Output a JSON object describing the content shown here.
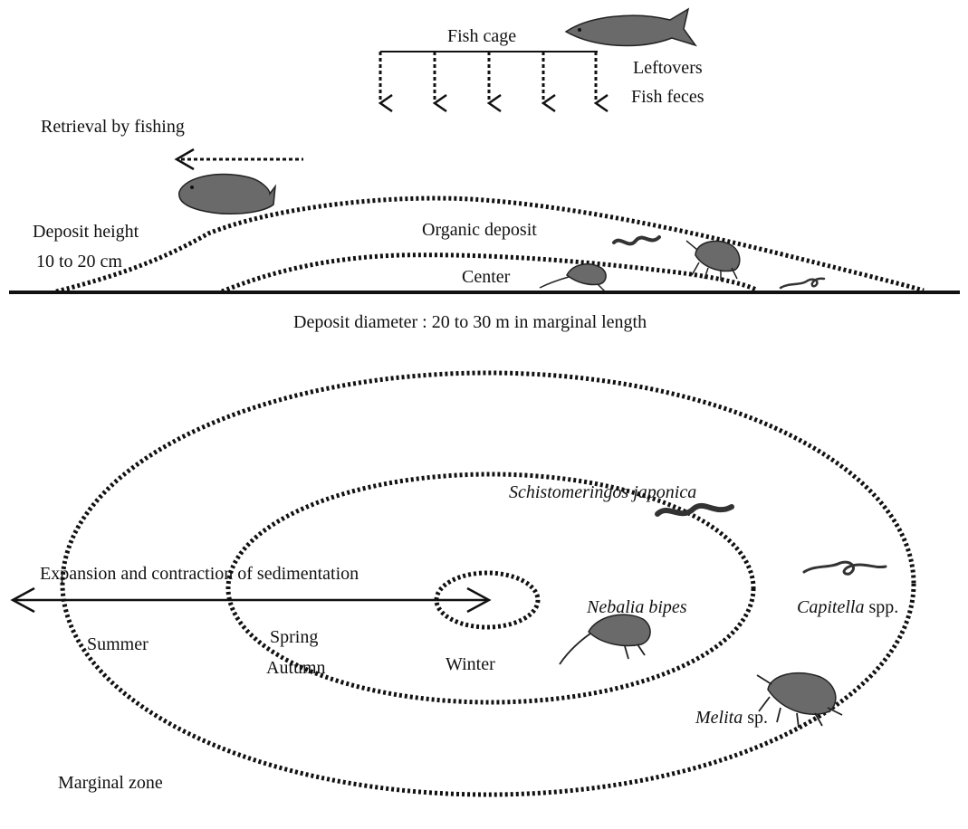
{
  "top_view": {
    "fish_cage_label": "Fish cage",
    "leftovers_label": "Leftovers",
    "fish_feces_label": "Fish feces",
    "retrieval_label": "Retrieval by fishing",
    "deposit_height_label_1": "Deposit height",
    "deposit_height_label_2": "10 to 20 cm",
    "organic_deposit_label": "Organic deposit",
    "center_label": "Center",
    "diameter_label": "Deposit diameter : 20 to 30 m in marginal length"
  },
  "plan_view": {
    "expansion_label": "Expansion and contraction of sedimentation",
    "summer_label": "Summer",
    "spring_label": "Spring",
    "autumn_label": "Autumn",
    "winter_label": "Winter",
    "marginal_zone_label": "Marginal zone",
    "species": {
      "schistomeringos": "Schistomeringos japonica",
      "nebalia": "Nebalia bipes",
      "capitella_genus": "Capitella",
      "capitella_suffix": "spp.",
      "melita_genus": "Melita",
      "melita_suffix": "sp."
    }
  },
  "icons": [
    "fish-icon",
    "flatfish-icon",
    "worm-icon",
    "amphipod-icon",
    "nebalia-icon"
  ]
}
